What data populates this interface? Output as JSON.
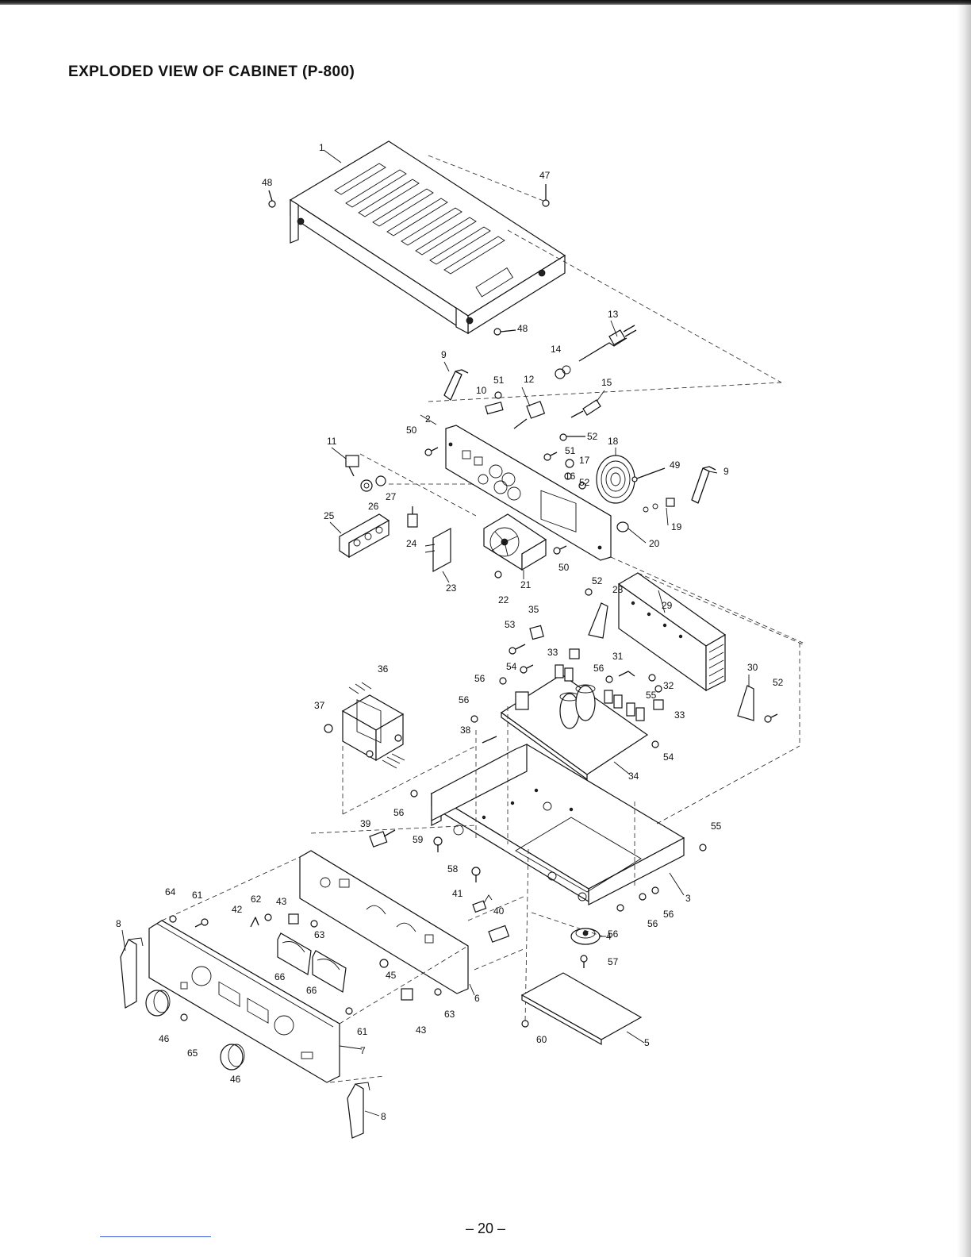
{
  "page": {
    "title": "EXPLODED VIEW OF CABINET (P-800)",
    "page_number": "– 20 –"
  },
  "callouts": {
    "c1": "1",
    "c2": "2",
    "c3": "3",
    "c4": "4",
    "c5": "5",
    "c6": "6",
    "c7": "7",
    "c8a": "8",
    "c8b": "8",
    "c9a": "9",
    "c9b": "9",
    "c10": "10",
    "c11": "11",
    "c12": "12",
    "c13": "13",
    "c14": "14",
    "c15": "15",
    "c16": "16",
    "c17": "17",
    "c18": "18",
    "c19": "19",
    "c20": "20",
    "c21": "21",
    "c22": "22",
    "c23": "23",
    "c24": "24",
    "c25": "25",
    "c26": "26",
    "c27": "27",
    "c28": "28",
    "c29": "29",
    "c30": "30",
    "c31": "31",
    "c32": "32",
    "c33a": "33",
    "c33b": "33",
    "c34": "34",
    "c35": "35",
    "c36": "36",
    "c37": "37",
    "c38": "38",
    "c39": "39",
    "c40": "40",
    "c41": "41",
    "c42": "42",
    "c43a": "43",
    "c43b": "43",
    "c45": "45",
    "c46a": "46",
    "c46b": "46",
    "c47": "47",
    "c48a": "48",
    "c48b": "48",
    "c49": "49",
    "c50a": "50",
    "c50b": "50",
    "c51a": "51",
    "c51b": "51",
    "c52a": "52",
    "c52b": "52",
    "c52c": "52",
    "c52d": "52",
    "c53": "53",
    "c54a": "54",
    "c54b": "54",
    "c55a": "55",
    "c55b": "55",
    "c56a": "56",
    "c56b": "56",
    "c56c": "56",
    "c56d": "56",
    "c56e": "56",
    "c56f": "56",
    "c56g": "56",
    "c57": "57",
    "c58": "58",
    "c59": "59",
    "c60": "60",
    "c61a": "61",
    "c61b": "61",
    "c62": "62",
    "c63a": "63",
    "c63b": "63",
    "c64": "64",
    "c65": "65",
    "c66a": "66",
    "c66b": "66"
  }
}
